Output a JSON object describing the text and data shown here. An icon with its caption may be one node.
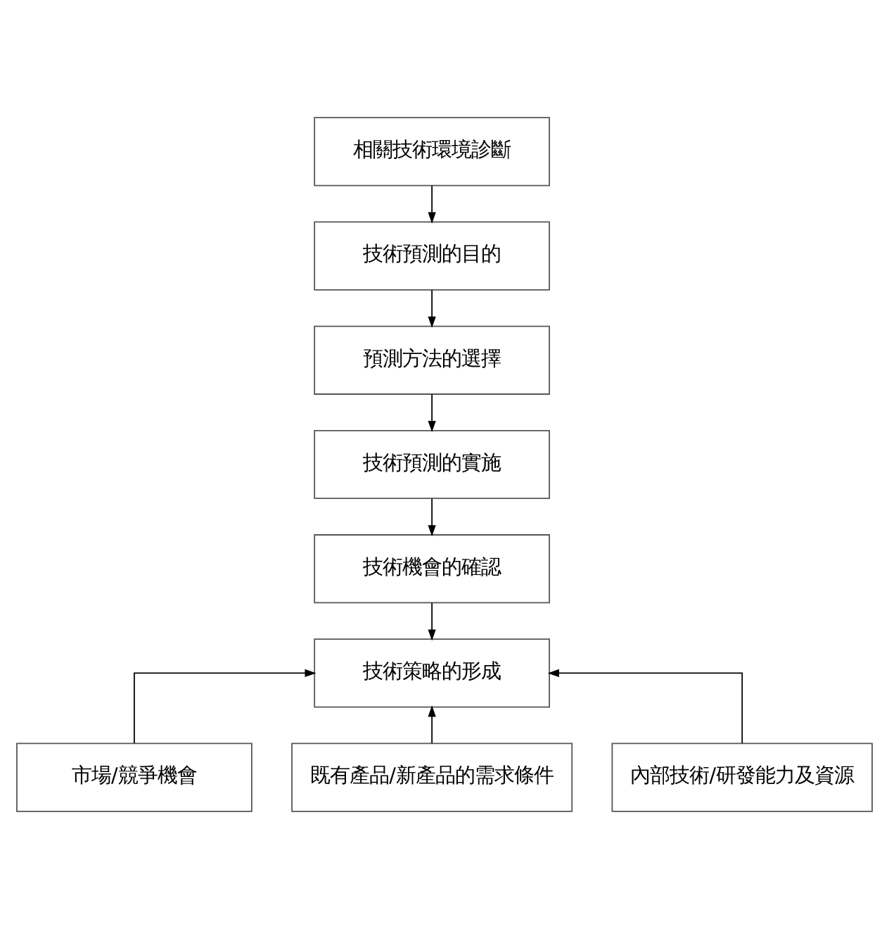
{
  "diagram": {
    "nodes": [
      {
        "text": [
          "相關技術環境診斷"
        ]
      },
      {
        "text": [
          "技術預測的目的"
        ]
      },
      {
        "text": [
          "預測方法的選擇"
        ]
      },
      {
        "text": [
          "技術預測的實施"
        ]
      },
      {
        "text": [
          "技術機會的確認"
        ]
      },
      {
        "text": [
          "技術策略的形成"
        ]
      },
      {
        "text": [
          "市場/競爭機會"
        ]
      },
      {
        "text": [
          "既有產品/新產品的需求條件"
        ]
      },
      {
        "text": [
          "內部技術/研發能力及資源"
        ]
      }
    ],
    "edges": [
      {
        "from": 0,
        "to": 1,
        "arrow": "to"
      },
      {
        "from": 1,
        "to": 2,
        "arrow": "to"
      },
      {
        "from": 2,
        "to": 3,
        "arrow": "to"
      },
      {
        "from": 3,
        "to": 4,
        "arrow": "to"
      },
      {
        "from": 4,
        "to": 5,
        "arrow": "to"
      },
      {
        "from": 6,
        "to": 5,
        "arrow": "to"
      },
      {
        "from": 7,
        "to": 5,
        "arrow": "to"
      },
      {
        "from": 8,
        "to": 5,
        "arrow": "to"
      }
    ]
  }
}
